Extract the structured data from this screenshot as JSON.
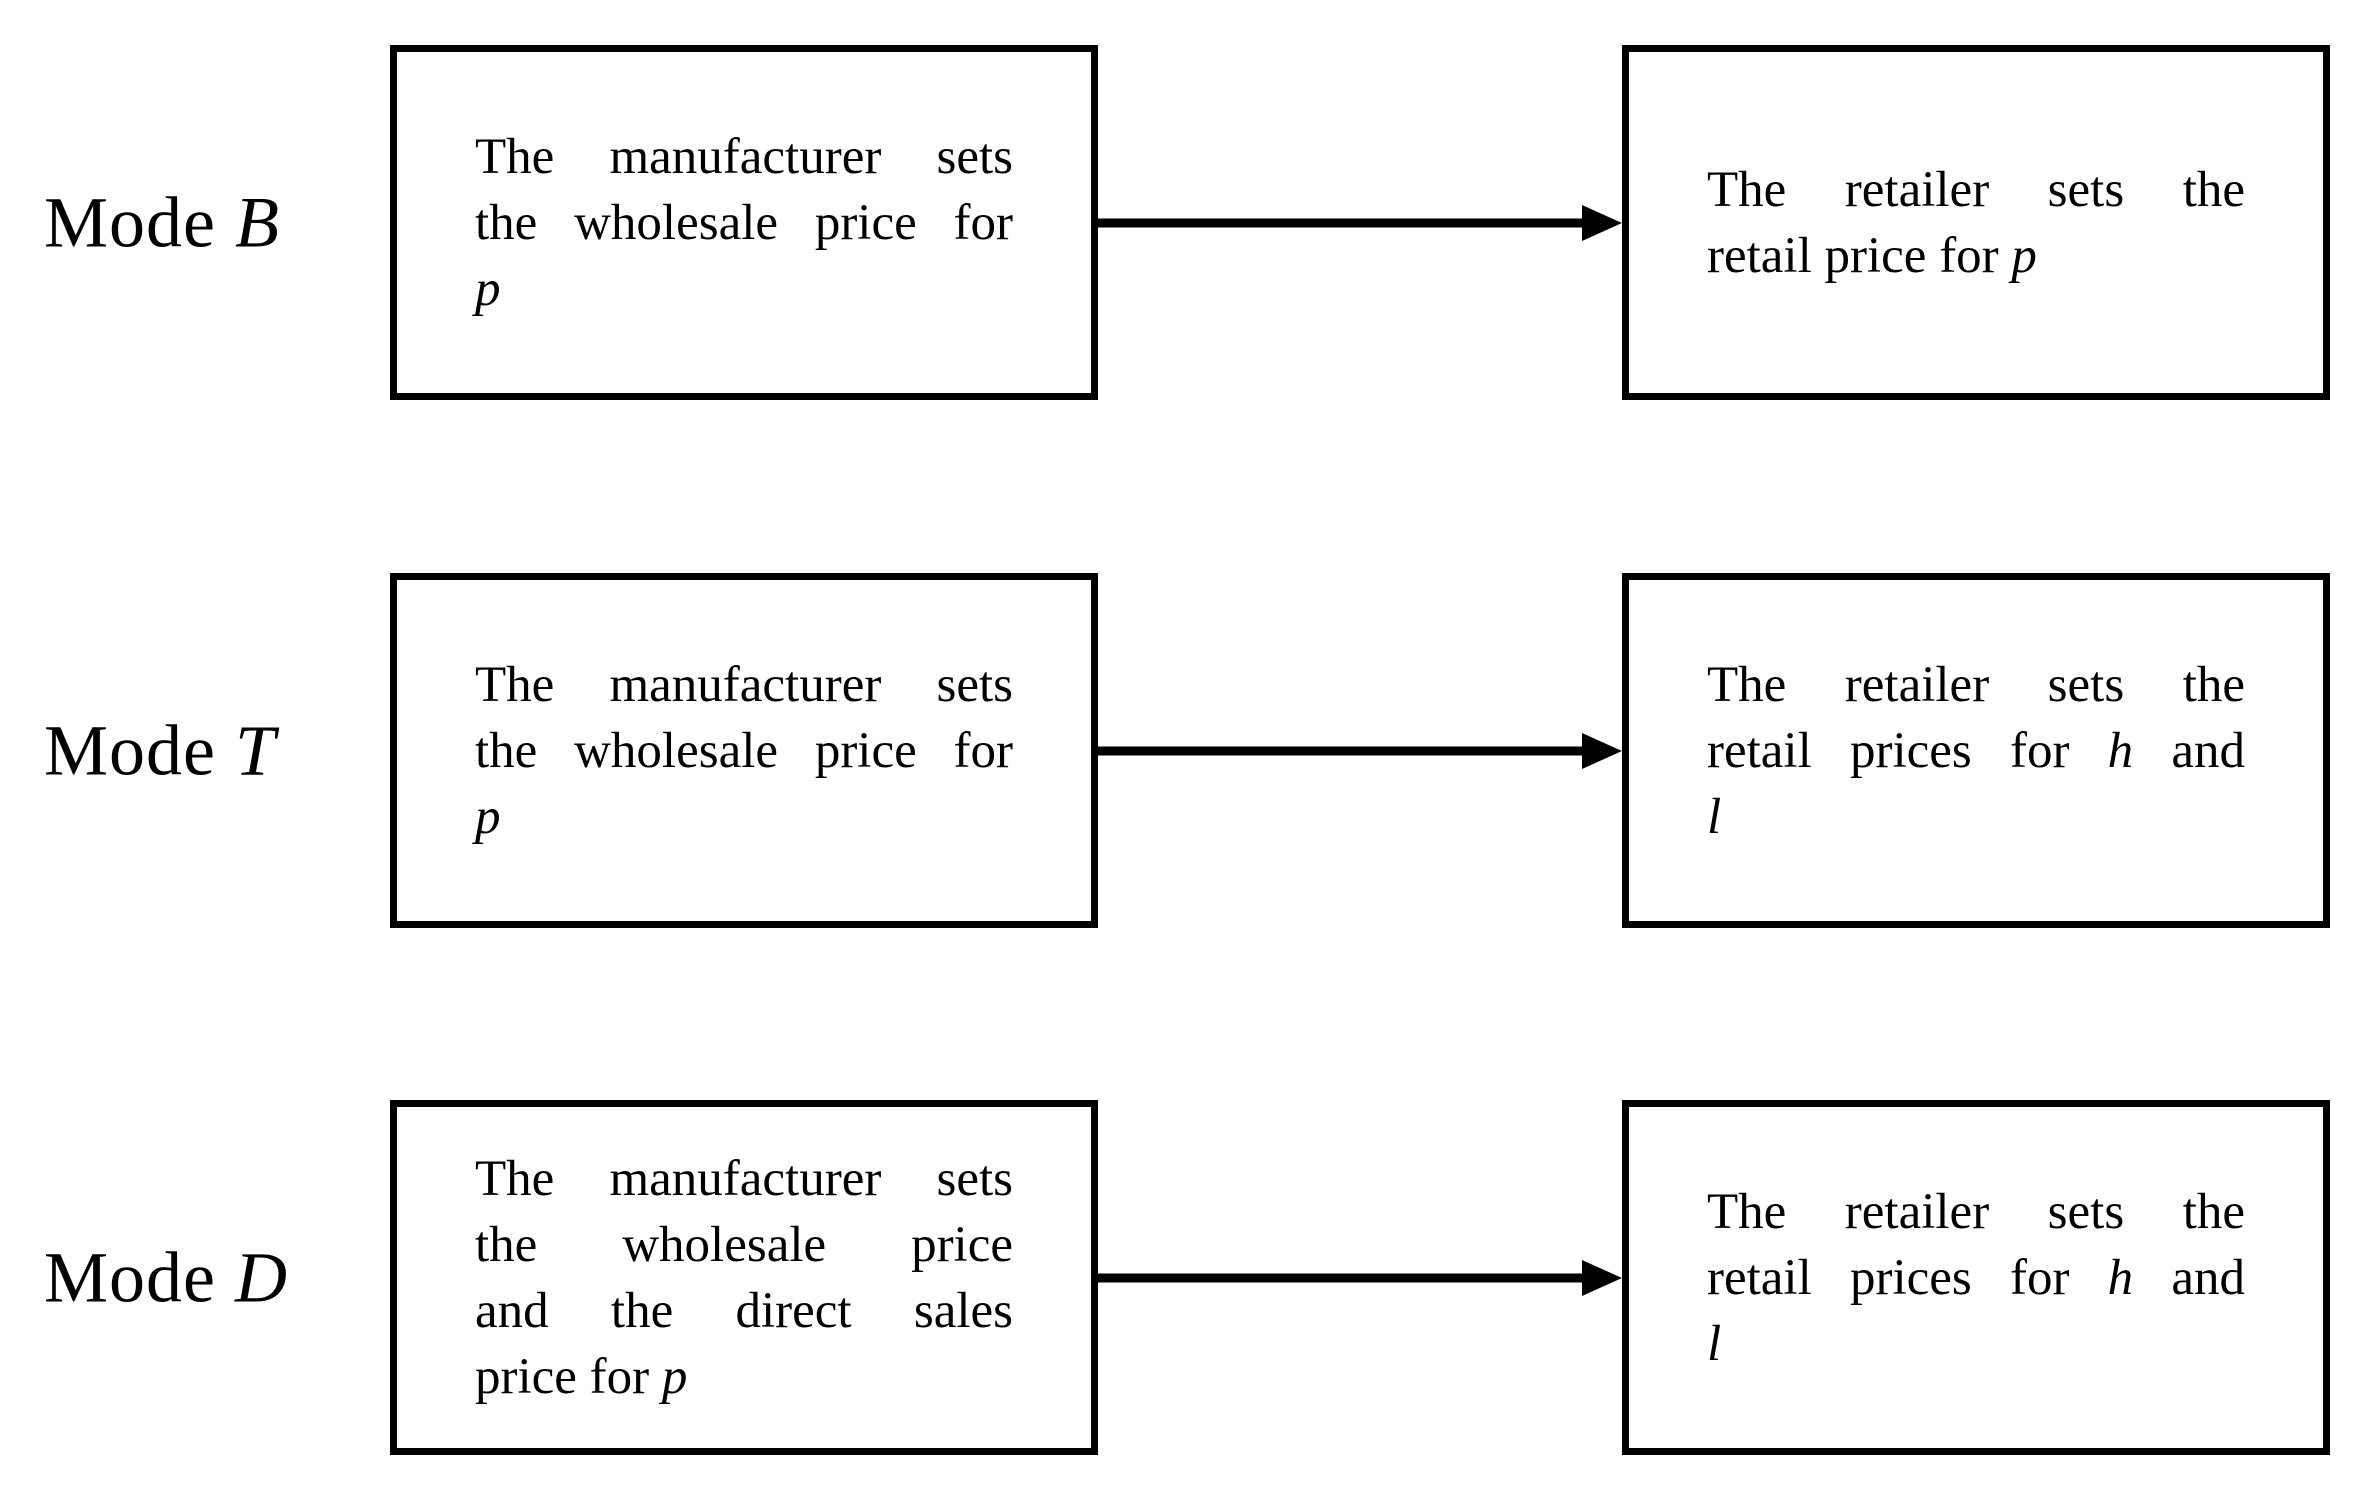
{
  "colors": {
    "ink": "#000000",
    "paper": "#ffffff"
  },
  "figure": {
    "description_rows": 3
  },
  "rows": [
    {
      "id": "mode-b",
      "label": "Mode *B*",
      "left_box_lines": [
        "The manufacturer sets",
        "the wholesale price for",
        "*p*"
      ],
      "right_box_lines": [
        "The retailer sets the",
        "retail price for *p*"
      ]
    },
    {
      "id": "mode-t",
      "label": "Mode *T*",
      "left_box_lines": [
        "The manufacturer sets",
        "the wholesale price for",
        "*p*"
      ],
      "right_box_lines": [
        "The retailer sets the",
        "retail prices for *h* and",
        "*l*"
      ]
    },
    {
      "id": "mode-d",
      "label": "Mode *D*",
      "left_box_lines": [
        "The manufacturer sets",
        "the wholesale price",
        "and the direct sales",
        "price for *p*"
      ],
      "right_box_lines": [
        "The retailer sets the",
        "retail prices for *h* and",
        "*l*"
      ]
    }
  ]
}
